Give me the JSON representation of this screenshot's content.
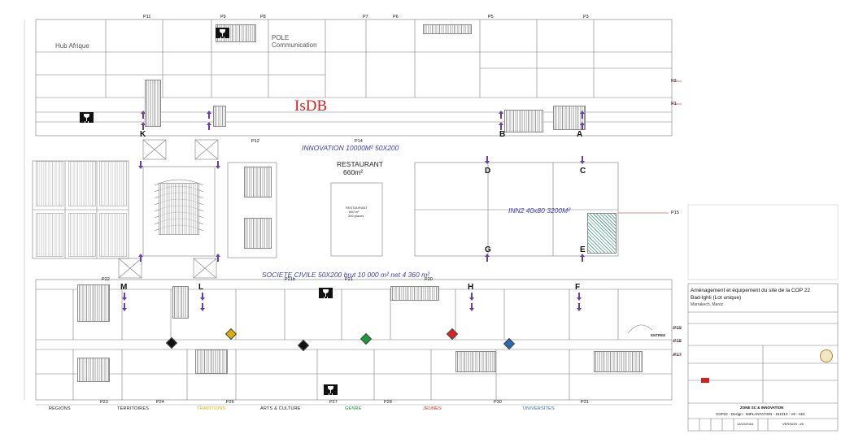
{
  "plan": {
    "top_labels": {
      "hub_afrique": "Hub Afrique",
      "pole_communication": "POLE Communication",
      "isdb": "IsDB",
      "innovation": "INNOVATION 10000M² 50X200",
      "restaurant_title": "RESTAURANT",
      "restaurant_area": "660m²",
      "restaurant_inner_title": "RESTAURANT",
      "restaurant_inner_area": "660 m²",
      "restaurant_inner_places": "300 places",
      "inn2": "INN2 40x80 3200M²",
      "societe_civile": "SOCIETE CIVILE 50X200 brut 10 000 m² net 4 360 m²",
      "entree": "ENTREE"
    },
    "ports": [
      "P11",
      "P9",
      "P8",
      "P7",
      "P6",
      "P5",
      "P3",
      "P2",
      "P1",
      "P12",
      "P14",
      "P15",
      "P22",
      "P21b",
      "P21",
      "P20",
      "P19",
      "P18",
      "P17",
      "P23",
      "P24",
      "P26",
      "P27",
      "P28",
      "P30",
      "P31"
    ],
    "zone_letters": [
      "K",
      "B",
      "A",
      "D",
      "C",
      "G",
      "E",
      "M",
      "L",
      "H",
      "F"
    ],
    "bottom_zones": [
      {
        "label": "REGIONS",
        "color": "#222222"
      },
      {
        "label": "TERRITOIRES",
        "color": "#222222"
      },
      {
        "label": "TRADITIONS",
        "color": "#e0b000"
      },
      {
        "label": "ARTS & CULTURE",
        "color": "#222222"
      },
      {
        "label": "GENRE",
        "color": "#1a9a3a"
      },
      {
        "label": "JEUNES",
        "color": "#e02020"
      },
      {
        "label": "UNIVERSITES",
        "color": "#2a6ab0"
      }
    ],
    "colors": {
      "accent_blue": "#3a3ab5",
      "isdb_red": "#d42020",
      "arrow_purple": "#6a3fa0",
      "traditions": "#e0b000",
      "genre": "#1a9a3a",
      "jeunes": "#e02020",
      "universites": "#2a6ab0"
    }
  },
  "title_block": {
    "title_line1": "Aménagement et équipement du site de la COP 22",
    "title_line2": "Bad-Ighli (Lot unique)",
    "location": "Marrakech, Maroc",
    "zone": "ZONE SC & INNOVATION",
    "drawing": "COP22 - Design - IMPLANTATION - 161013 - V6 - CDI",
    "date": "13/10/2016",
    "version": "VERSION : #6"
  }
}
